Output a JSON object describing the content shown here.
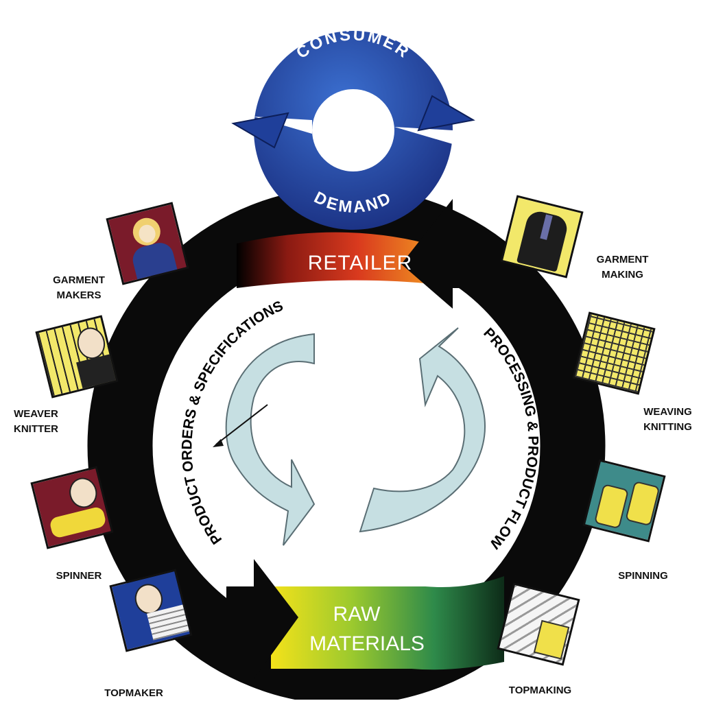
{
  "header": {
    "consumer_top": "CONSUMER",
    "consumer_bottom": "DEMAND"
  },
  "ring": {
    "retailer": "RETAILER",
    "raw_line1": "RAW",
    "raw_line2": "MATERIALS",
    "left_arc_text": "PRODUCT ORDERS & SPECIFICATIONS",
    "right_arc_text": "PROCESSING & PRODUCT FLOW"
  },
  "left_labels": {
    "garment_makers_1": "GARMENT",
    "garment_makers_2": "MAKERS",
    "weaver_1": "WEAVER",
    "weaver_2": "KNITTER",
    "spinner": "SPINNER",
    "topmaker": "TOPMAKER"
  },
  "right_labels": {
    "garment_making_1": "GARMENT",
    "garment_making_2": "MAKING",
    "weaving_1": "WEAVING",
    "weaving_2": "KNITTING",
    "spinning": "SPINNING",
    "topmaking": "TOPMAKING"
  },
  "colors": {
    "ring": "#111111",
    "consumer_blue": "#1f3f9a",
    "consumer_blue_light": "#3b6fd0",
    "retailer_red": "#d93a1e",
    "retailer_orange": "#f29a22",
    "raw_yellow": "#f4e21a",
    "raw_green": "#2e8a4a",
    "inner_arrow_fill": "#c6dfe2",
    "inner_arrow_stroke": "#5a6e74"
  },
  "icons": {
    "left_tiles": [
      "woman-garment-maker-icon",
      "weaver-man-icon",
      "spinner-man-icon",
      "topmaker-man-icon"
    ],
    "right_tiles": [
      "jacket-icon",
      "woven-fabric-icon",
      "yarn-spools-icon",
      "wool-top-machine-icon"
    ]
  }
}
